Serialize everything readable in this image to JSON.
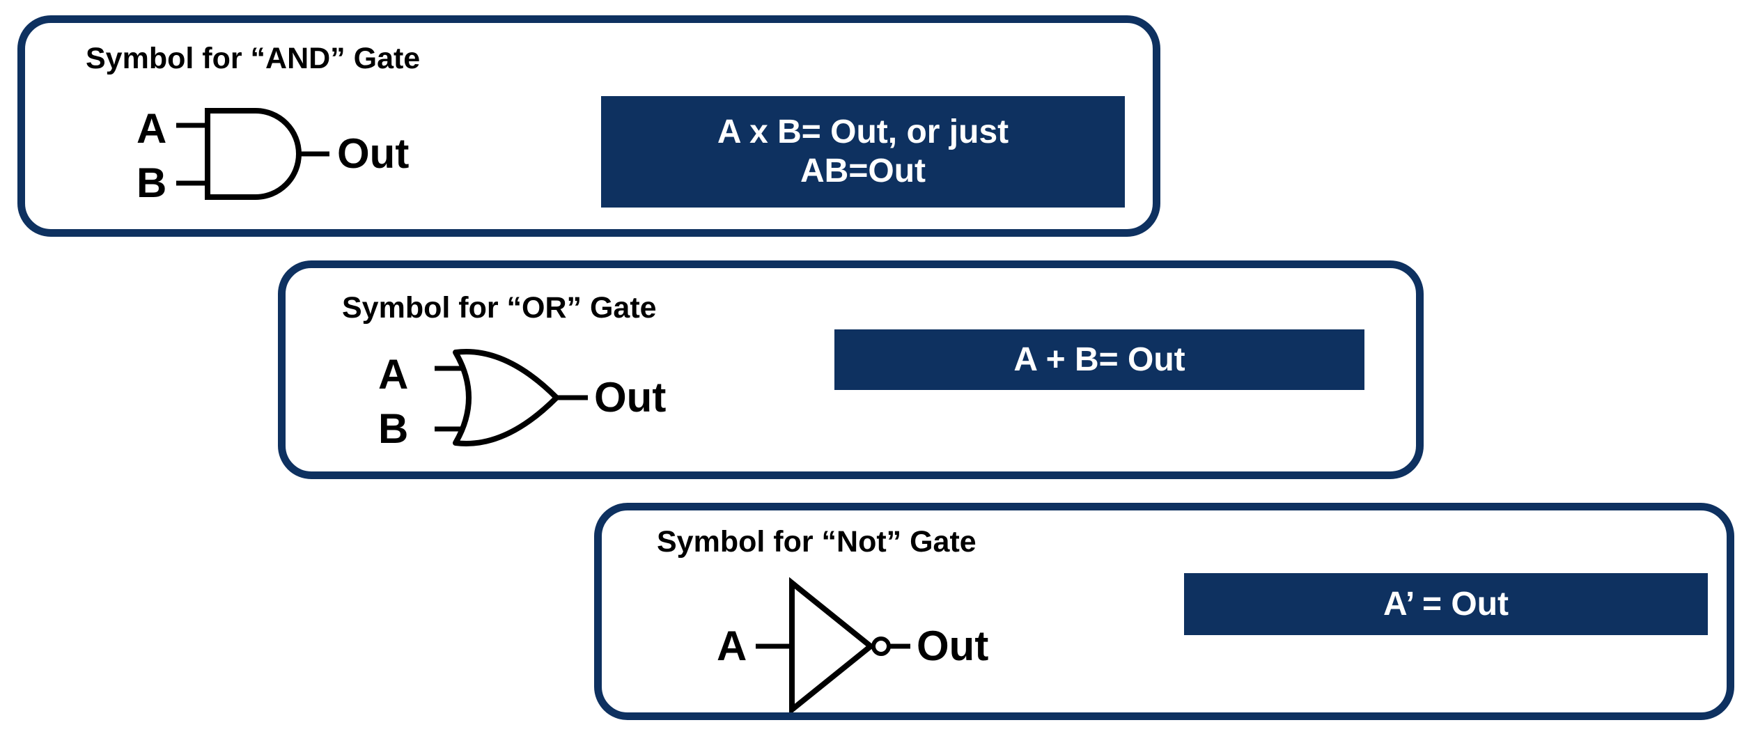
{
  "colors": {
    "navy": "#0E3160",
    "text_black": "#000000",
    "formula_text_white": "#FFFFFF",
    "background": "#FFFFFF"
  },
  "panels": [
    {
      "id": "and",
      "title": "Symbol for “AND” Gate",
      "gate_type": "AND",
      "inputs": [
        "A",
        "B"
      ],
      "output_label": "Out",
      "formula_lines": [
        "A x B= Out, or just",
        "AB=Out"
      ]
    },
    {
      "id": "or",
      "title": "Symbol for “OR” Gate",
      "gate_type": "OR",
      "inputs": [
        "A",
        "B"
      ],
      "output_label": "Out",
      "formula_lines": [
        "A + B= Out"
      ]
    },
    {
      "id": "not",
      "title": "Symbol for “Not” Gate",
      "gate_type": "NOT",
      "inputs": [
        "A"
      ],
      "output_label": "Out",
      "formula_lines": [
        "A’ = Out"
      ]
    }
  ]
}
